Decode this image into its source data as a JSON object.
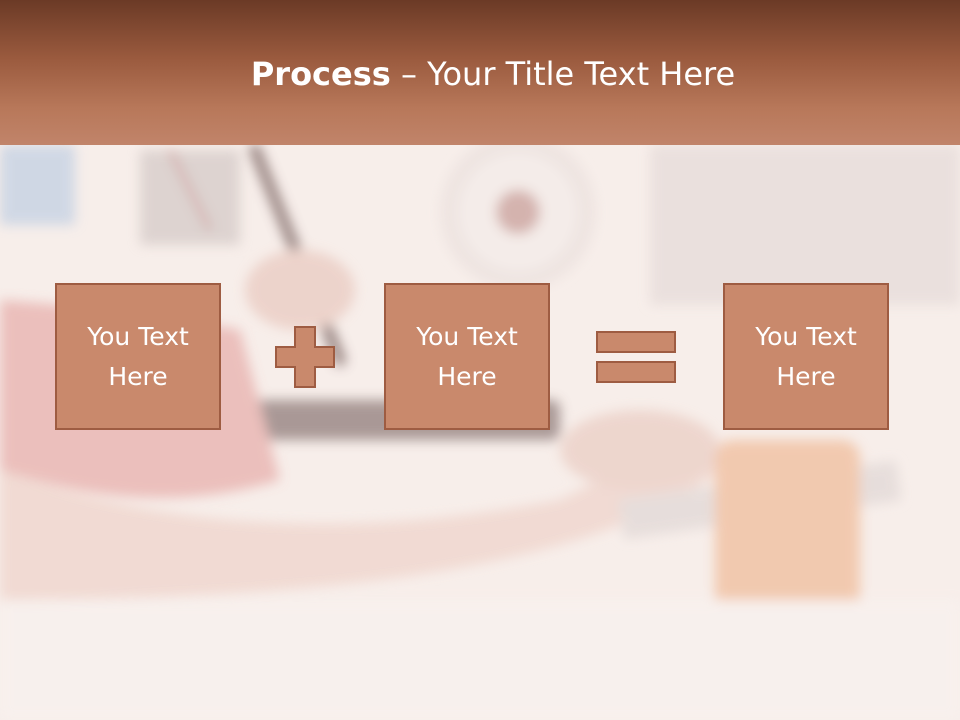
{
  "header": {
    "title_bold": "Process",
    "title_rest": " – Your Title Text Here"
  },
  "boxes": [
    {
      "text": "You Text Here"
    },
    {
      "text": "You Text Here"
    },
    {
      "text": "You Text Here"
    }
  ],
  "operators": [
    "plus-icon",
    "equals-icon"
  ],
  "colors": {
    "header_dark": "#6b3a26",
    "header_light": "#c1846a",
    "box_fill": "#c9896c",
    "box_border": "#9e5c42",
    "text": "#ffffff"
  }
}
